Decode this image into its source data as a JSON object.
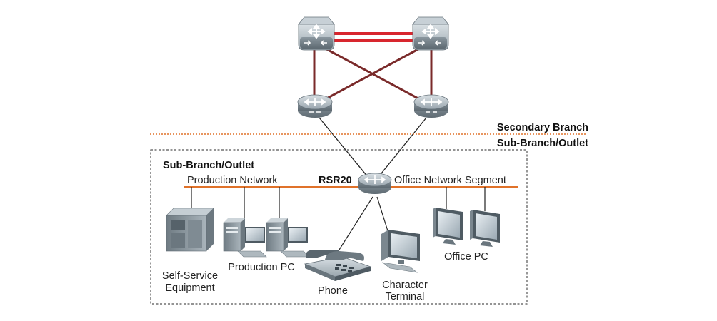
{
  "labels": {
    "secondary_branch": "Secondary Branch",
    "sub_branch_outlet_right": "Sub-Branch/Outlet",
    "sub_branch_outlet_box": "Sub-Branch/Outlet",
    "production_network": "Production Network",
    "rsr20": "RSR20",
    "office_network_segment": "Office Network Segment",
    "self_service_line1": "Self-Service",
    "self_service_line2": "Equipment",
    "production_pc": "Production PC",
    "phone": "Phone",
    "character_terminal_line1": "Character",
    "character_terminal_line2": "Terminal",
    "office_pc": "Office PC"
  },
  "colors": {
    "core_link": "#d8262e",
    "trunk_link": "#7a2a2a",
    "lan_bus": "#e0722a",
    "branch_divider": "#e0722a",
    "device_body": "#8e9aa2",
    "access_link": "#222222"
  },
  "icons": {
    "core_switch": "layer3-switch-icon",
    "router": "router-icon",
    "computer": "desktop-pc-icon",
    "monitor": "monitor-icon",
    "phone": "ip-phone-icon",
    "server": "self-service-terminal-icon"
  }
}
